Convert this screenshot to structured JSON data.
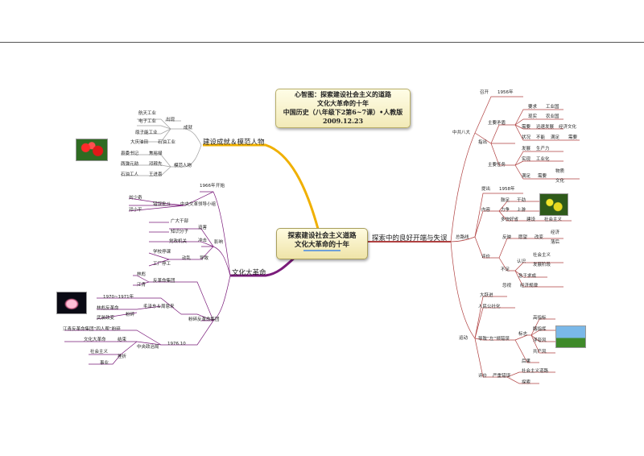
{
  "title": {
    "line1": "心智图：探索建设社会主义的道路",
    "line2": "文化大革命的十年",
    "line3": "中国历史（八年级下2第6~7课）•人教版",
    "line4": "2009.12.23"
  },
  "center": {
    "line1": "探索建设社会主义道路",
    "line2": "文化大革命的十年"
  },
  "left_top": {
    "label": "建设成就＆模范人物",
    "achievements": {
      "label": "成就",
      "items": [
        "航天工业",
        "电子工业",
        "原子能工业",
        "大庆油田",
        "石油工业"
      ],
      "extra": "出现"
    },
    "models": {
      "label": "模范人物",
      "items": [
        "县委书记",
        "焦裕禄",
        "两弹元勋",
        "邓稼先",
        "石油工人",
        "王进喜"
      ]
    }
  },
  "left_bottom": {
    "label": "文化大革命",
    "start": {
      "year": "1966年",
      "label": "开始",
      "group": "中央文革领导小组",
      "persons": [
        "刘少奇",
        "邓小平"
      ],
      "persecute": "错误批斗"
    },
    "impact": {
      "label": "影响",
      "harm_label": "迫害",
      "harm": [
        "广大干部",
        "知识分子"
      ],
      "shock_label": "冲击",
      "shock": [
        "党政机关"
      ],
      "chaos_label": "动乱",
      "chaos": [
        "学校停课",
        "工厂停工"
      ],
      "result": "导致"
    },
    "smash": {
      "label": "粉碎反革命集团",
      "lin": "林彪",
      "jiang": "江青",
      "group": "反革命集团",
      "years": "1970~1971年",
      "mao": "毛泽东＆周恩来",
      "lin_group": "林彪反革命",
      "armed": "武装政变",
      "crush": "粉碎",
      "gang": "江青反革命集团“四人帮”粉碎",
      "date": "1976.10",
      "central": "中央政治局",
      "end": "结束",
      "ended": "文化大革命",
      "socialism": "社会主义",
      "damage": "挫折",
      "cause": "事业"
    }
  },
  "right": {
    "label": "探索中的良好开端与失误",
    "eight": {
      "label": "中共八大",
      "held": "召开",
      "year": "1956年",
      "contradiction": "主要矛盾",
      "items": [
        "要求",
        "工业国",
        "现实",
        "农业国",
        "需要",
        "迅速发展",
        "经济文化",
        "状况",
        "不能",
        "满足",
        "需要"
      ],
      "task_label": "主要任务",
      "tasks": [
        "发展",
        "生产力",
        "实现",
        "工业化",
        "满足",
        "需要",
        "物质",
        "文化"
      ],
      "point": "指出"
    },
    "general": {
      "label": "总路线",
      "put": "提出",
      "year": "1958年",
      "content_label": "内容",
      "content": [
        "鼓足",
        "干劲",
        "力争",
        "上游",
        "多快好省",
        "建设",
        "社会主义"
      ],
      "eval_label": "评价",
      "reflect": "反映",
      "desire": "愿望",
      "change": "改变",
      "econ": "经济",
      "backward": "落后",
      "insufficient": "不足",
      "knowledge": "认识",
      "soc": "社会主义",
      "stage": "发展阶段",
      "eager": "急于求成",
      "ignore": "忽视",
      "law": "经济规律"
    },
    "movement": {
      "label": "运动",
      "leap": "大跃进",
      "commune": "人民公社化",
      "cause": "导致“左”倾错误",
      "flag": "标志",
      "signs": [
        "高指标",
        "瞎指挥",
        "浮夸风",
        "共产风"
      ],
      "lesson": "后果",
      "eval": "评价",
      "serious": "严重错误",
      "road": "社会主义道路",
      "explore": "探索"
    }
  }
}
